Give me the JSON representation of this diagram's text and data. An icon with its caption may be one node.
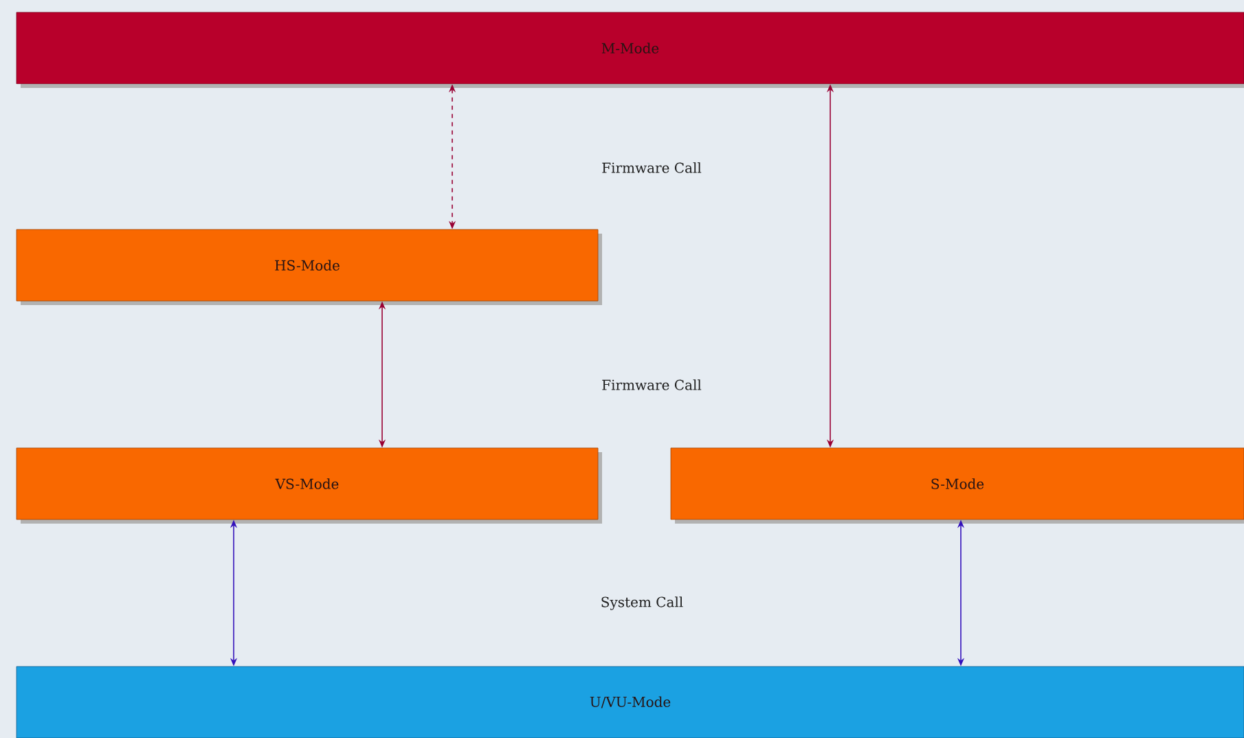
{
  "diagram": {
    "nodes": [
      {
        "text": [
          "M-Mode"
        ]
      },
      {
        "text": [
          "HS-Mode"
        ]
      },
      {
        "text": [
          "VS-Mode"
        ]
      },
      {
        "text": [
          "S-Mode"
        ]
      },
      {
        "text": [
          "U/VU-Mode"
        ]
      }
    ],
    "edges": [
      {
        "from": 0,
        "to": 1,
        "arrow": "both",
        "style": "dashed"
      },
      {
        "from": 0,
        "to": 3,
        "arrow": "both"
      },
      {
        "from": 1,
        "to": 2,
        "arrow": "both"
      },
      {
        "from": 2,
        "to": 4,
        "arrow": "both",
        "color": "#3311bb"
      },
      {
        "from": 3,
        "to": 4,
        "arrow": "both",
        "color": "#3311bb"
      }
    ],
    "labels": [
      "Firmware Call",
      "Firmware Call",
      "System Call"
    ]
  }
}
